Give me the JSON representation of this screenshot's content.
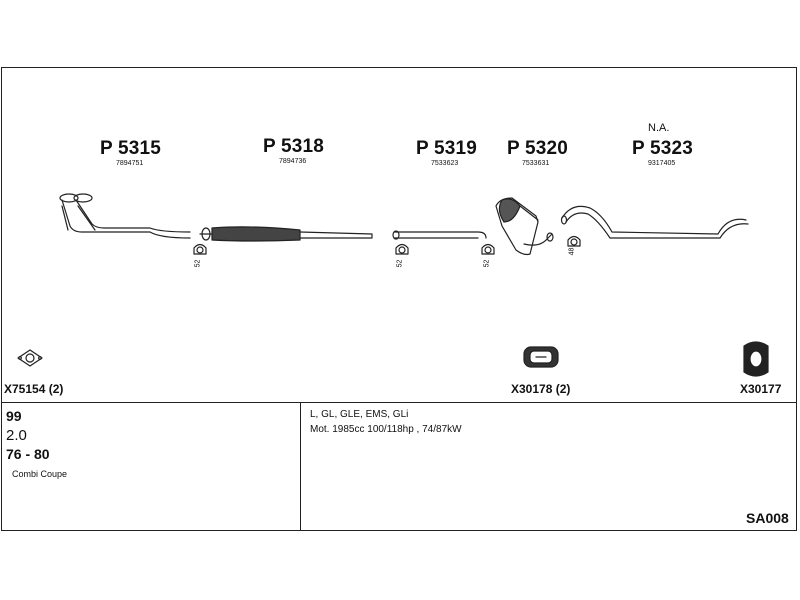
{
  "parts": [
    {
      "number": "P 5315",
      "code": "7894751"
    },
    {
      "number": "P 5318",
      "code": "7894736"
    },
    {
      "number": "P 5319",
      "code": "7533623"
    },
    {
      "number": "P 5320",
      "code": "7533631"
    },
    {
      "number": "P 5323",
      "code": "9317405",
      "note": "N.A."
    }
  ],
  "clamps": [
    "52",
    "52",
    "52",
    "48"
  ],
  "accessories": [
    {
      "label": "X75154 (2)",
      "icon": "flange-gasket-icon"
    },
    {
      "label": "X30178 (2)",
      "icon": "rubber-mount-icon"
    },
    {
      "label": "X30177",
      "icon": "rubber-ring-icon"
    }
  ],
  "vehicle": {
    "model": "99",
    "engine": "2.0",
    "years": "76 - 80",
    "body": "Combi Coupe"
  },
  "details": {
    "variants": "L, GL, GLE, EMS, GLi",
    "motor": "Mot. 1985cc 100/118hp , 74/87kW"
  },
  "sheet_id": "SA008"
}
